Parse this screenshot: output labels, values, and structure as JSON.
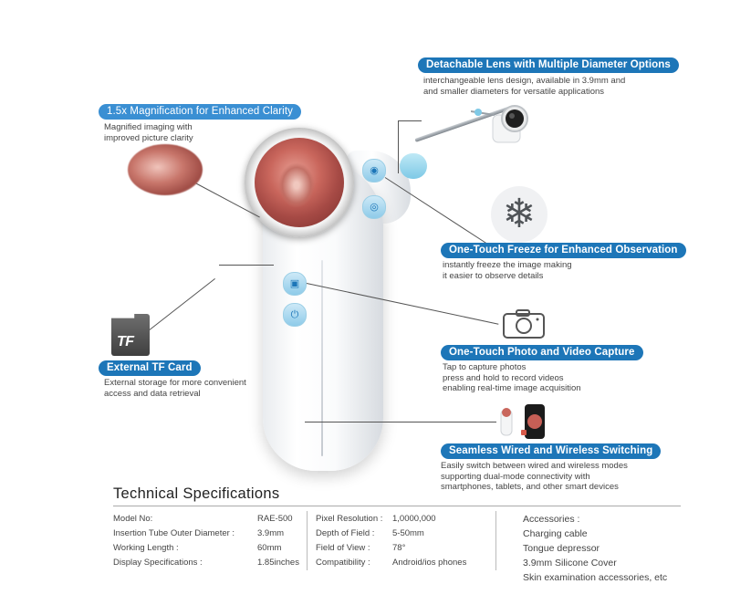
{
  "features": {
    "lens": {
      "title": "Detachable Lens with Multiple Diameter Options",
      "desc": "interchangeable lens design, available in 3.9mm and\nand smaller diameters for versatile applications"
    },
    "magnification": {
      "title": "1.5x Magnification for Enhanced Clarity",
      "desc": "Magnified imaging with\nimproved picture clarity"
    },
    "freeze": {
      "title": "One-Touch Freeze for Enhanced Observation",
      "desc": "instantly freeze the image making\nit easier to observe details"
    },
    "tf_card": {
      "title": "External TF Card",
      "desc": "External storage for more convenient\naccess and data retrieval",
      "card_label": "TF"
    },
    "capture": {
      "title": "One-Touch Photo and Video Capture",
      "desc": "Tap to capture photos\npress and hold to record videos\nenabling real-time image acquisition"
    },
    "switching": {
      "title": "Seamless Wired and Wireless Switching",
      "desc": "Easily switch between wired and wireless modes\nsupporting dual-mode connectivity with\nsmartphones, tablets, and other smart devices"
    }
  },
  "specs": {
    "title": "Technical Specifications",
    "col1": [
      {
        "label": "Model No:",
        "value": "RAE-500"
      },
      {
        "label": "Insertion Tube Outer Diameter :",
        "value": "3.9mm"
      },
      {
        "label": "Working Length :",
        "value": "60mm"
      },
      {
        "label": "Display Specifications :",
        "value": "1.85inches"
      }
    ],
    "col2": [
      {
        "label": "Pixel Resolution :",
        "value": "1,0000,000"
      },
      {
        "label": "Depth of Field :",
        "value": "5-50mm"
      },
      {
        "label": "Field of View :",
        "value": "78°"
      },
      {
        "label": "Compatibility :",
        "value": "Android/ios phones"
      }
    ],
    "accessories": {
      "title": "Accessories :",
      "items": [
        "Charging cable",
        "Tongue depressor",
        "3.9mm Silicone Cover",
        "Skin examination accessories, etc"
      ]
    }
  },
  "icons": {
    "snowflake": "❄",
    "device_photo_button": "▣",
    "device_power_button": "⏻"
  }
}
